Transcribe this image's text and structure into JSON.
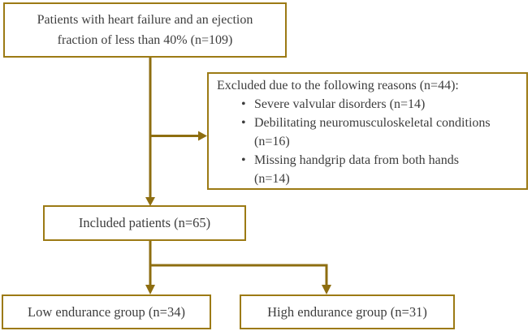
{
  "colors": {
    "box_border": "#9c7a14",
    "arrow": "#8e6e10",
    "text": "#3d3d3d",
    "background": "#ffffff"
  },
  "bullet_glyph": "•",
  "boxes": {
    "population": {
      "lines": [
        "Patients with heart failure and an ejection",
        "fraction of less than 40% (n=109)"
      ]
    },
    "excluded": {
      "title": "Excluded due to the following reasons (n=44):",
      "items": [
        {
          "lines": [
            "Severe valvular disorders (n=14)"
          ]
        },
        {
          "lines": [
            "Debilitating neuromusculoskeletal conditions",
            "(n=16)"
          ]
        },
        {
          "lines": [
            "Missing handgrip data from both hands",
            "(n=14)"
          ]
        }
      ]
    },
    "included": {
      "label": "Included patients (n=65)"
    },
    "low_endurance": {
      "label": "Low endurance group (n=34)"
    },
    "high_endurance": {
      "label": "High endurance group (n=31)"
    }
  }
}
